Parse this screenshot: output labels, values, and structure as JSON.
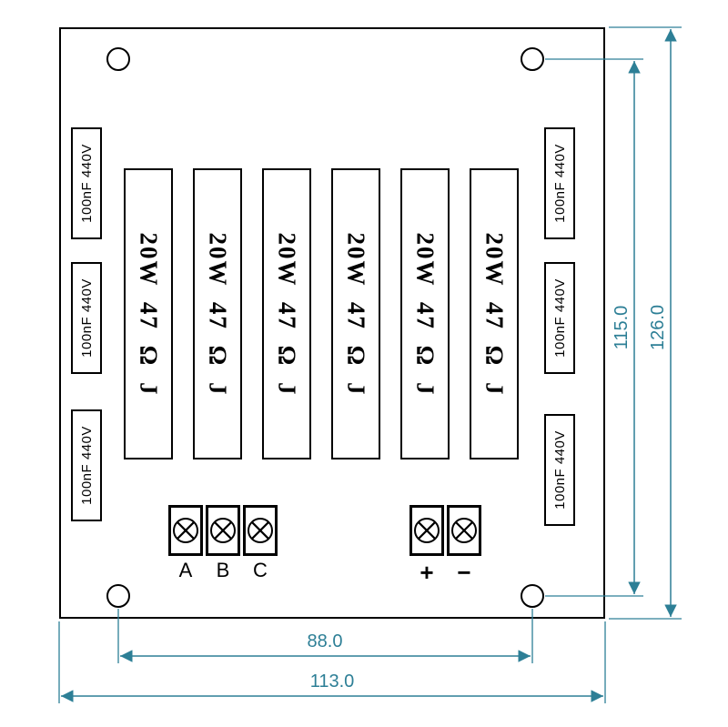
{
  "board": {
    "resistor_labels": [
      "20W 47 Ω J",
      "20W 47 Ω J",
      "20W 47 Ω J",
      "20W 47 Ω J",
      "20W 47 Ω J",
      "20W 47 Ω J"
    ],
    "capacitor_labels_left": [
      "100nF 440V",
      "100nF 440V",
      "100nF 440V"
    ],
    "capacitor_labels_right": [
      "100nF 440V",
      "100nF 440V",
      "100nF 440V"
    ],
    "abc_terminal_labels": [
      "A",
      "B",
      "C"
    ],
    "power_terminal_labels": [
      "+",
      "−"
    ]
  },
  "dimensions": {
    "hole_spacing_vertical": "115.0",
    "board_height": "126.0",
    "hole_spacing_horizontal": "88.0",
    "board_width": "113.0"
  },
  "colors": {
    "dimension_color": "#2d7f96",
    "outline_color": "#000000"
  }
}
